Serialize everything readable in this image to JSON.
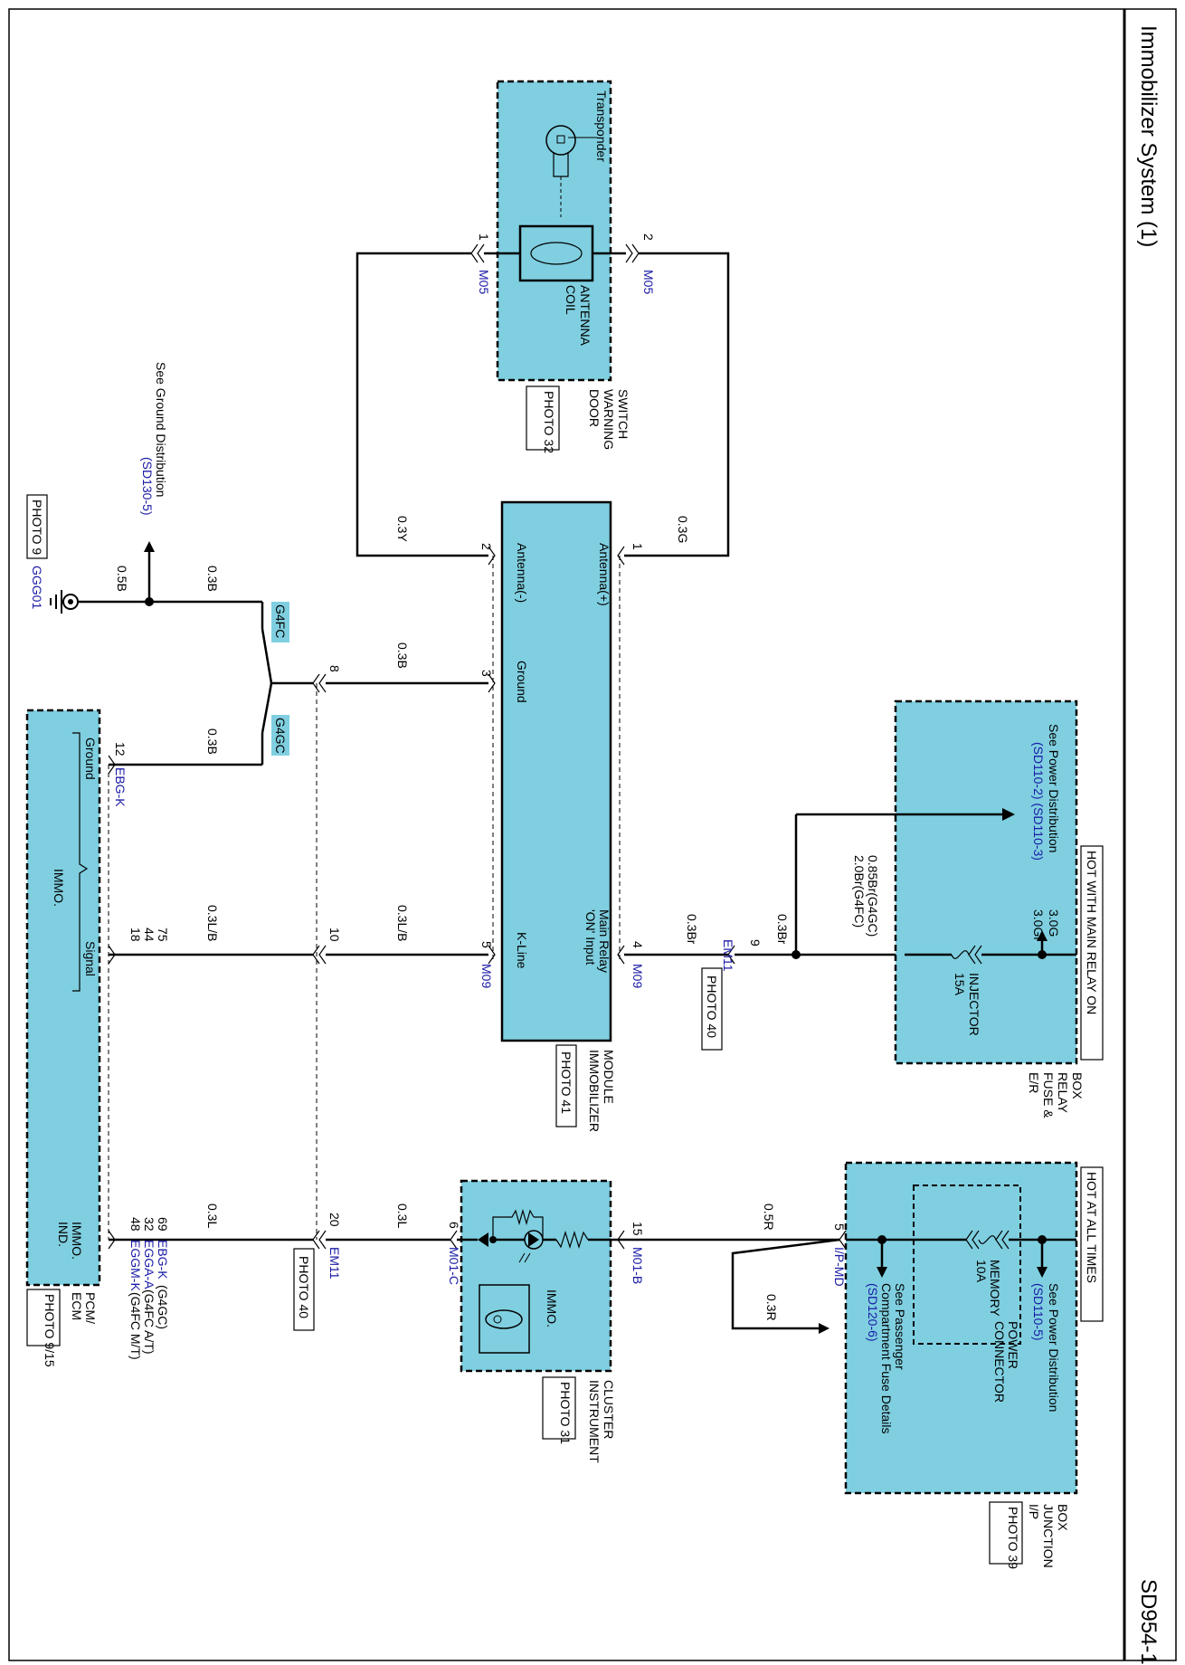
{
  "header": {
    "title": "Immobilizer System (1)",
    "code": "SD954-1"
  },
  "supply": {
    "hot_main_relay": "HOT WITH MAIN RELAY ON",
    "hot_all_times": "HOT AT ALL TIMES"
  },
  "er_fuse_box": {
    "label_1": "E/R",
    "label_2": "FUSE &",
    "label_3": "RELAY",
    "label_4": "BOX",
    "fuse_name": "INJECTOR",
    "fuse_rating": "15A",
    "wire_1": "3.0G",
    "wire_2": "3.0Gr",
    "see_power": "See Power Distribution",
    "see_power_refs": "(SD110-2) (SD110-3)",
    "wire_3": "0.85Br(G4GC)",
    "wire_4": "2.0Br(G4FC)"
  },
  "ip_box": {
    "label_1": "I/P",
    "label_2": "JUNCTION",
    "label_3": "BOX",
    "photo": "PHOTO 39",
    "fuse_name": "MEMORY",
    "fuse_rating": "10A",
    "power_connector_1": "POWER",
    "power_connector_2": "CONNECTOR",
    "see_power": "See Power Distribution",
    "see_power_ref": "(SD110-5)",
    "see_pass_1": "See Passenger",
    "see_pass_2": "Compartment Fuse Details",
    "see_pass_ref": "(SD120-6)",
    "pin": "5",
    "connector": "I/P-MD"
  },
  "door_switch": {
    "label_1": "DOOR",
    "label_2": "WARNING",
    "label_3": "SWITCH",
    "photo": "PHOTO 32",
    "transponder": "Transponder",
    "antenna_1": "ANTENNA",
    "antenna_2": "COIL",
    "pin_1": "1",
    "pin_2": "2",
    "conn_1": "M05",
    "conn_2": "M05"
  },
  "immo_module": {
    "label_1": "IMMOBILIZER",
    "label_2": "MODULE",
    "photo": "PHOTO 41",
    "pins": {
      "antenna_plus": "Antenna(+)",
      "antenna_minus": "Antenna(-)",
      "ground": "Ground",
      "main_relay_1": "Main Relay",
      "main_relay_2": "'ON' Input",
      "kline": "K-Line"
    },
    "pin_numbers": {
      "p1": "1",
      "p2": "2",
      "p3": "3",
      "p4": "4",
      "p5": "5"
    },
    "conn": "M09"
  },
  "cluster": {
    "label_1": "INSTRUMENT",
    "label_2": "CLUSTER",
    "photo": "PHOTO 31",
    "immo": "IMMO.",
    "pin_15": "15",
    "pin_6": "6",
    "conn_b": "M01-B",
    "conn_c": "M01-C"
  },
  "ecm": {
    "label_1": "PCM/",
    "label_2": "ECM",
    "photo": "PHOTO 9/15",
    "ground": "Ground",
    "immo": "IMMO.",
    "signal": "Signal",
    "immo_ind_1": "IMMO.",
    "immo_ind_2": "IND.",
    "pin_12": "12",
    "conn_ground": "EBG-K",
    "pins_signal": [
      "75",
      "44",
      "18"
    ],
    "pins_ind": [
      "69",
      "32",
      "48"
    ],
    "ind_conn_1": "EBG-K",
    "ind_conn_1_note": "(G4GC)",
    "ind_conn_2": "EGGA-A",
    "ind_conn_2_note": "(G4FC A/T)",
    "ind_conn_3": "EGGM-K",
    "ind_conn_3_note": "(G4FC M/T)"
  },
  "ground": {
    "see": "See Ground Distribution",
    "ref": "(SD130-5)",
    "photo": "PHOTO 9",
    "point": "GGG01",
    "wire": "0.5B"
  },
  "wires": {
    "w_03G": "0.3G",
    "w_03Y": "0.3Y",
    "w_03B_ground": "0.3B",
    "w_03B_a": "0.3B",
    "w_03B_b": "0.3B",
    "w_03Br_a": "0.3Br",
    "w_03Br_b": "0.3Br",
    "w_03LB_a": "0.3L/B",
    "w_03LB_b": "0.3L/B",
    "w_03L_a": "0.3L",
    "w_03L_b": "0.3L",
    "w_05R": "0.5R",
    "w_03R": "0.3R"
  },
  "connectors": {
    "em11_a": "EM11",
    "em11_a_pin": "9",
    "em11_a_photo": "PHOTO 40",
    "em11_b": "EM11",
    "em11_b_pin": "20",
    "em11_b_photo": "PHOTO 40",
    "pin_8": "8",
    "pin_10": "10",
    "g4fc": "G4FC",
    "g4gc": "G4GC"
  }
}
